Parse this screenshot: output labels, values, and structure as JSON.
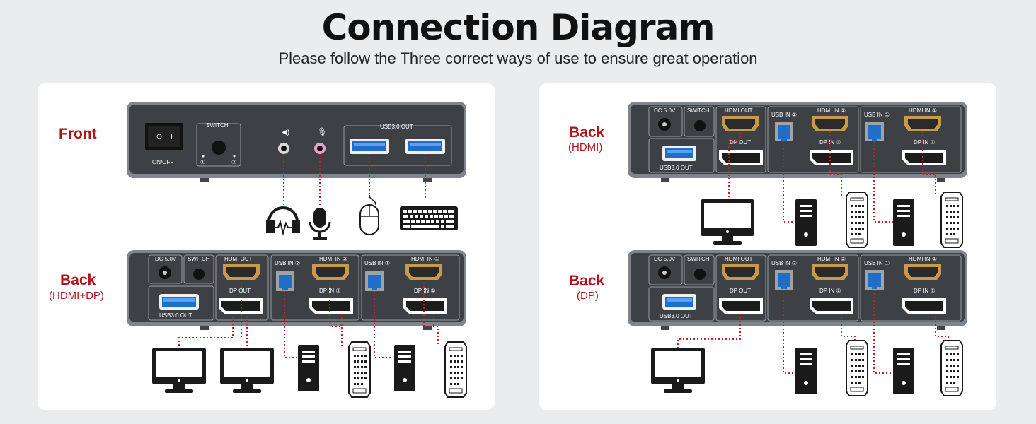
{
  "header": {
    "title": "Connection Diagram",
    "subtitle": "Please follow the Three correct ways of use to ensure great operation"
  },
  "colors": {
    "accent": "#b3141c",
    "device": "#3d4044",
    "port_blue": "#1f6fc9",
    "background": "#ebeced"
  },
  "left_panel": {
    "front": {
      "label": "Front",
      "switch_label": "SWITCH",
      "power_label": "ON/OFF",
      "usb_out_label": "USB3.0 OUT",
      "port1": "①",
      "port2": "②",
      "peripherals": [
        "headphones-icon",
        "microphone-icon",
        "mouse-icon",
        "keyboard-icon"
      ]
    },
    "back": {
      "label": "Back",
      "sublabel": "(HDMI+DP)",
      "dc_label": "DC 5.0V",
      "switch_label": "SWITCH",
      "hdmi_out": "HDMI OUT",
      "dp_out": "DP OUT",
      "usb_out": "USB3.0 OUT",
      "usb_in2": "USB IN ②",
      "hdmi_in2": "HDMI IN ②",
      "dp_in2": "DP IN ②",
      "usb_in1": "USB IN ①",
      "hdmi_in1": "HDMI IN ①",
      "dp_in1": "DP IN ①"
    }
  },
  "right_panel": {
    "hdmi": {
      "label": "Back",
      "sublabel": "(HDMI)",
      "dc_label": "DC 5.0V",
      "switch_label": "SWITCH",
      "hdmi_out": "HDMI OUT",
      "dp_out": "DP OUT",
      "usb_out": "USB3.0 OUT",
      "usb_in2": "USB IN ②",
      "hdmi_in2": "HDMI IN ②",
      "dp_in2": "DP IN ①",
      "usb_in1": "USB IN ①",
      "hdmi_in1": "HDMI IN ①",
      "dp_in1": "DP IN ①"
    },
    "dp": {
      "label": "Back",
      "sublabel": "(DP)",
      "dc_label": "DC 5.0V",
      "switch_label": "SWITCH",
      "hdmi_out": "HDMI OUT",
      "dp_out": "DP OUT",
      "usb_out": "USB3.0 OUT",
      "usb_in2": "USB IN ②",
      "hdmi_in2": "HDMI IN ②",
      "dp_in2": "DP IN ②",
      "usb_in1": "USB IN ①",
      "hdmi_in1": "HDMI IN ①",
      "dp_in1": "DP IN ①"
    }
  }
}
